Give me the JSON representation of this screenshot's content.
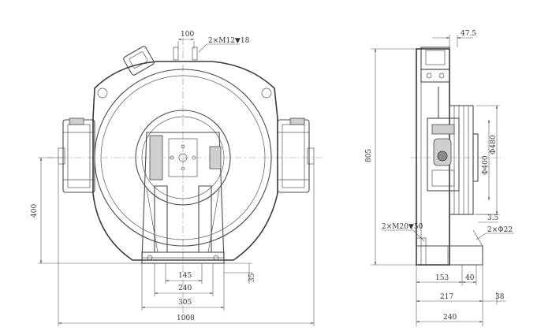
{
  "dimensions": {
    "top_spacing": "100",
    "top_thread": "2×M12▼18",
    "height_left": "400",
    "base_145": "145",
    "base_240": "240",
    "base_305": "305",
    "overall_width": "1008",
    "base_offset": "35",
    "side_top": "47.5",
    "side_height": "805",
    "diam_400": "Φ400",
    "diam_480": "Φ480",
    "groove": "3.5",
    "bottom_thread": "2×M20▼50",
    "pin_hole": "2×Φ22",
    "side_153": "153",
    "side_40": "40",
    "side_217": "217",
    "side_38": "38",
    "side_240": "240"
  }
}
